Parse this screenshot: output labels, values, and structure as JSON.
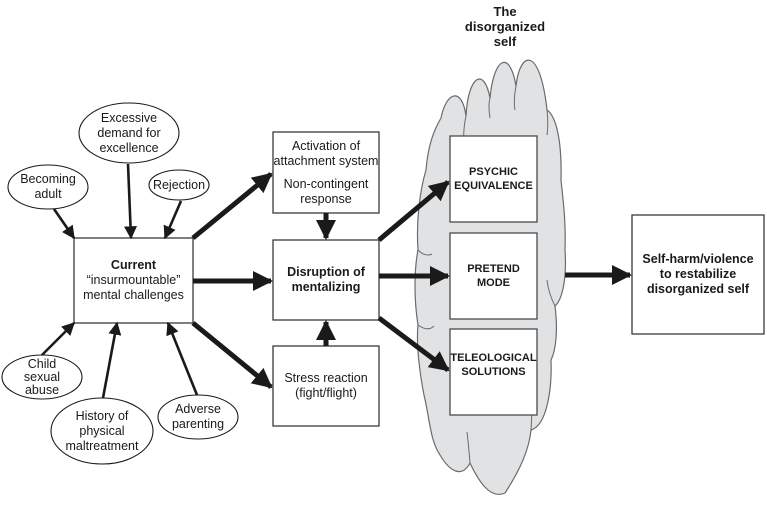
{
  "cloud": {
    "title_lines": [
      "The",
      "disorganized",
      "self"
    ],
    "fill": "#e1e2e4",
    "stroke": "#6b6b6b"
  },
  "stressors_top": [
    {
      "id": "becoming-adult",
      "lines": [
        "Becoming",
        "adult"
      ]
    },
    {
      "id": "excessive-demand",
      "lines": [
        "Excessive",
        "demand for",
        "excellence"
      ]
    },
    {
      "id": "rejection",
      "lines": [
        "Rejection"
      ]
    }
  ],
  "stressors_bottom": [
    {
      "id": "child-sexual-abuse",
      "lines": [
        "Child",
        "sexual",
        "abuse"
      ]
    },
    {
      "id": "physical-maltreatment",
      "lines": [
        "History of",
        "physical",
        "maltreatment"
      ]
    },
    {
      "id": "adverse-parenting",
      "lines": [
        "Adverse",
        "parenting"
      ]
    }
  ],
  "current_box": {
    "title": "Current",
    "lines": [
      "“insurmountable”",
      "mental challenges"
    ]
  },
  "activation_box": {
    "lines_a": [
      "Activation of",
      "attachment system"
    ],
    "lines_b": [
      "Non-contingent",
      "response"
    ]
  },
  "disruption_box": {
    "lines": [
      "Disruption of",
      "mentalizing"
    ]
  },
  "stress_box": {
    "lines": [
      "Stress reaction",
      "(fight/flight)"
    ]
  },
  "modes": [
    {
      "id": "psychic-equivalence",
      "lines": [
        "PSYCHIC",
        "EQUIVALENCE"
      ]
    },
    {
      "id": "pretend-mode",
      "lines": [
        "PRETEND",
        "MODE"
      ]
    },
    {
      "id": "teleological-solutions",
      "lines": [
        "TELEOLOGICAL",
        "SOLUTIONS"
      ]
    }
  ],
  "outcome_box": {
    "lines": [
      "Self-harm/violence",
      "to restabilize",
      "disorganized self"
    ]
  },
  "colors": {
    "line": "#1a1a1a",
    "box_border": "#3a3a3a"
  }
}
